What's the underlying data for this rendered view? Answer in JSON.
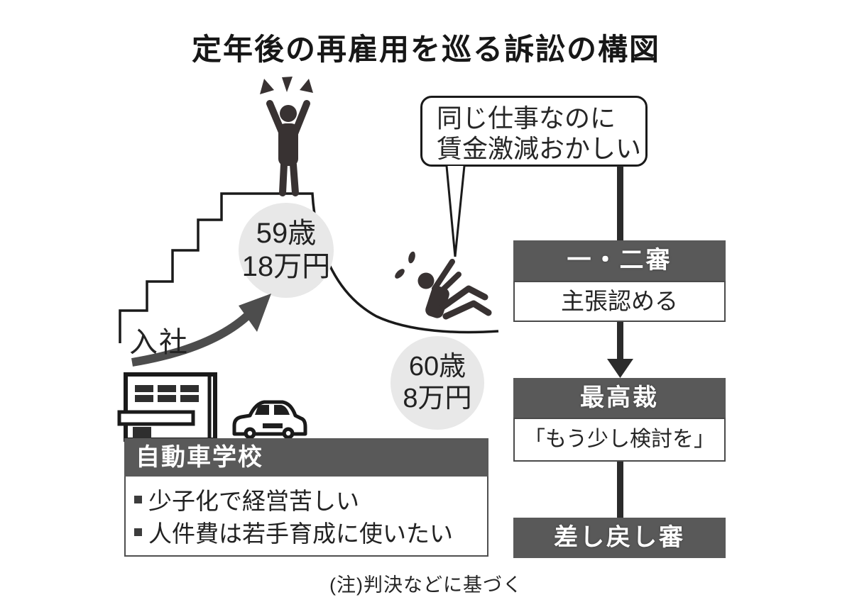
{
  "title": "定年後の再雇用を巡る訴訟の構図",
  "bubble": {
    "line1": "同じ仕事なのに",
    "line2": "賃金激減おかしい"
  },
  "salary_peak": {
    "age": "59歳",
    "amount": "18万円"
  },
  "salary_after": {
    "age": "60歳",
    "amount": "8万円"
  },
  "labels": {
    "join": "入社"
  },
  "school": {
    "title": "自動車学校",
    "points": [
      "少子化で経営苦しい",
      "人件費は若手育成に使いたい"
    ]
  },
  "flow": [
    {
      "header": "一・二審",
      "body": "主張認める"
    },
    {
      "header": "最高裁",
      "body": "「もう少し検討を」"
    },
    {
      "header": "差し戻し審",
      "body": ""
    }
  ],
  "note": "(注)判決などに基づく",
  "colors": {
    "ink": "#1a1a1a",
    "dark_header": "#595959",
    "circle_gray": "#e8e8e8",
    "figure": "#383232",
    "rise_arrow": "#4d4d4d",
    "connector": "#2b2b2b"
  },
  "icons": [
    "celebrating-person-icon",
    "falling-person-icon",
    "sweat-drops-icon",
    "excitement-marks-icon",
    "building-icon",
    "car-icon",
    "rise-arrow-icon",
    "down-arrow-icon"
  ]
}
